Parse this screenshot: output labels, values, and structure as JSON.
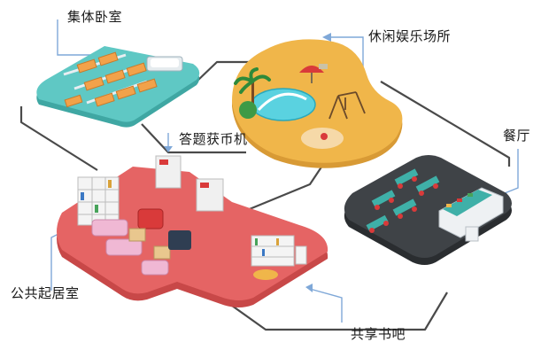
{
  "labels": {
    "dormitory": "集体卧室",
    "leisure": "休闲娱乐场所",
    "quiz": "答题获币机",
    "restaurant": "餐厅",
    "living": "公共起居室",
    "library": "共享书吧"
  },
  "colors": {
    "dormitory_floor": "#5fc8c4",
    "leisure_floor": "#f0b64a",
    "living_floor": "#e56464",
    "restaurant_floor": "#3f4347",
    "connector": "#4a4a4a",
    "callout": "#7fa8d8"
  }
}
